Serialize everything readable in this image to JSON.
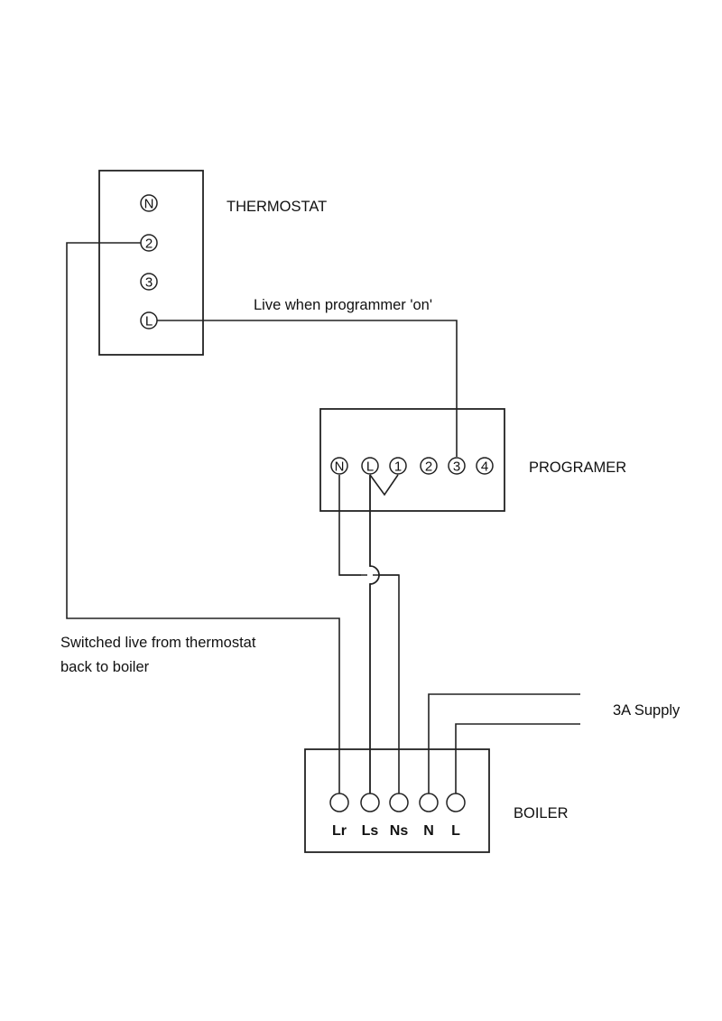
{
  "diagram": {
    "components": {
      "thermostat": {
        "title": "THERMOSTAT",
        "terminals": [
          "N",
          "2",
          "3",
          "L"
        ]
      },
      "programmer": {
        "title": "PROGRAMER",
        "terminals": [
          "N",
          "L",
          "1",
          "2",
          "3",
          "4"
        ]
      },
      "boiler": {
        "title": "BOILER",
        "terminals": [
          "Lr",
          "Ls",
          "Ns",
          "N",
          "L"
        ]
      }
    },
    "annotations": {
      "live_when_on": "Live when programmer 'on'",
      "switched_live_line1": "Switched live from thermostat",
      "switched_live_line2": "back to boiler",
      "supply": "3A Supply"
    },
    "connections": [
      {
        "from": "thermostat.L",
        "to": "programmer.3",
        "label": "Live when programmer 'on'"
      },
      {
        "from": "thermostat.2",
        "to": "boiler.Lr",
        "label": "Switched live from thermostat back to boiler"
      },
      {
        "from": "programmer.L",
        "to": "programmer.1",
        "label": ""
      },
      {
        "from": "programmer.L",
        "to": "boiler.Ls",
        "label": ""
      },
      {
        "from": "programmer.N",
        "to": "boiler.Ns",
        "label": ""
      },
      {
        "from": "supply.N",
        "to": "boiler.N",
        "label": "3A Supply"
      },
      {
        "from": "supply.L",
        "to": "boiler.L",
        "label": "3A Supply"
      }
    ]
  }
}
